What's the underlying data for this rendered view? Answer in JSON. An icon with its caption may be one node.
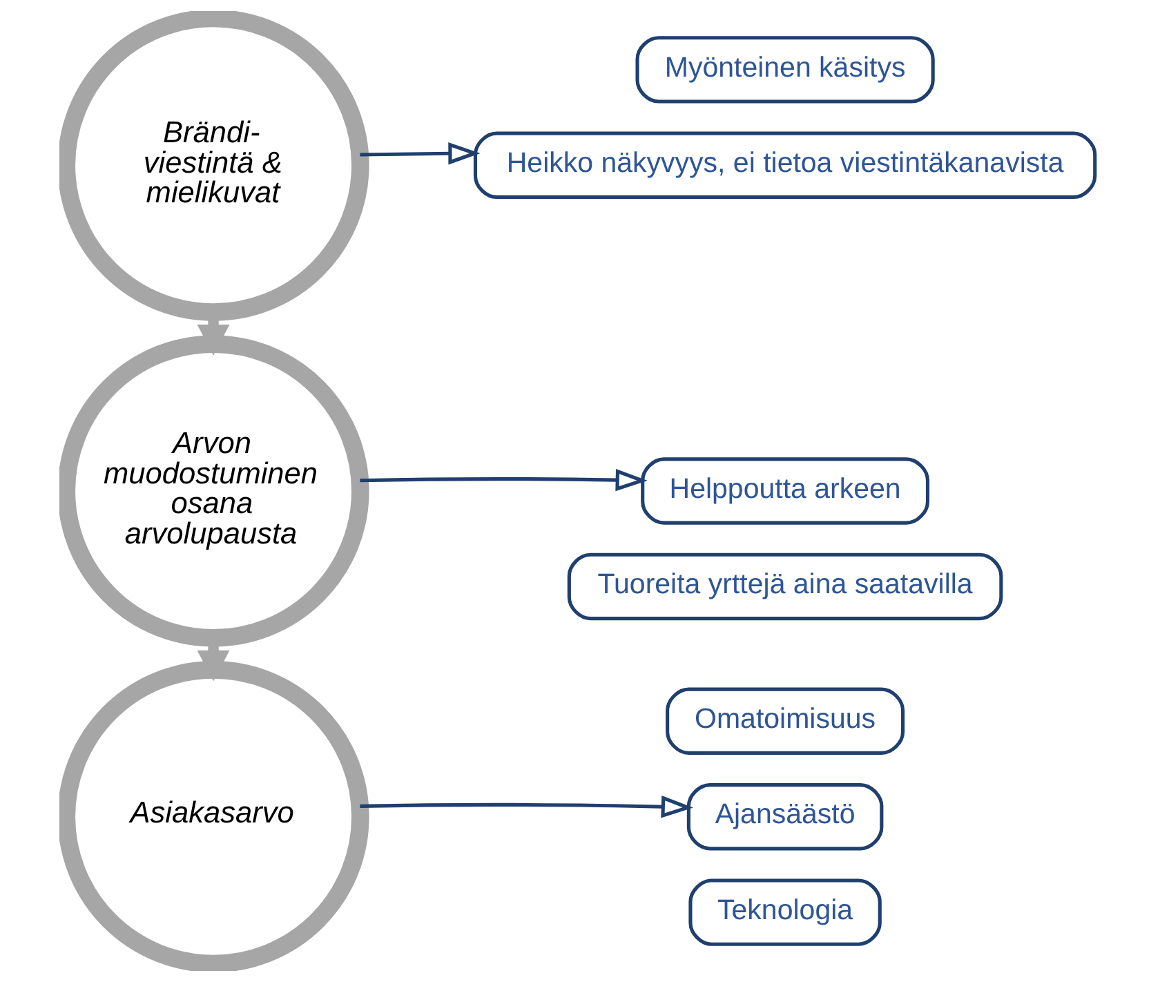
{
  "diagram": {
    "nodes": [
      {
        "text": [
          "Brändi- viestintä & mielikuvat"
        ]
      },
      {
        "text": [
          "Myönteinen käsitys"
        ]
      },
      {
        "text": [
          "Heikko näkyvyys, ei tietoa viestintäkanavista"
        ]
      },
      {
        "text": [
          "Arvon muodostuminen osana arvolupausta"
        ]
      },
      {
        "text": [
          "Helppoutta arkeen"
        ]
      },
      {
        "text": [
          "Tuoreita yrttejä aina saatavilla"
        ]
      },
      {
        "text": [
          "Asiakasarvo"
        ]
      },
      {
        "text": [
          "Omatoimisuus"
        ]
      },
      {
        "text": [
          "Ajansäästö"
        ]
      },
      {
        "text": [
          "Teknologia"
        ]
      }
    ],
    "edges": [
      {
        "from": 0,
        "to": 3,
        "arrow": "to",
        "style": "thick",
        "color": "#a6a6a6"
      },
      {
        "from": 3,
        "to": 6,
        "arrow": "to",
        "style": "thick",
        "color": "#a6a6a6"
      },
      {
        "from": 0,
        "to": 2,
        "arrow": "to"
      },
      {
        "from": 3,
        "to": 4,
        "arrow": "to"
      },
      {
        "from": 6,
        "to": 8,
        "arrow": "to"
      }
    ]
  }
}
